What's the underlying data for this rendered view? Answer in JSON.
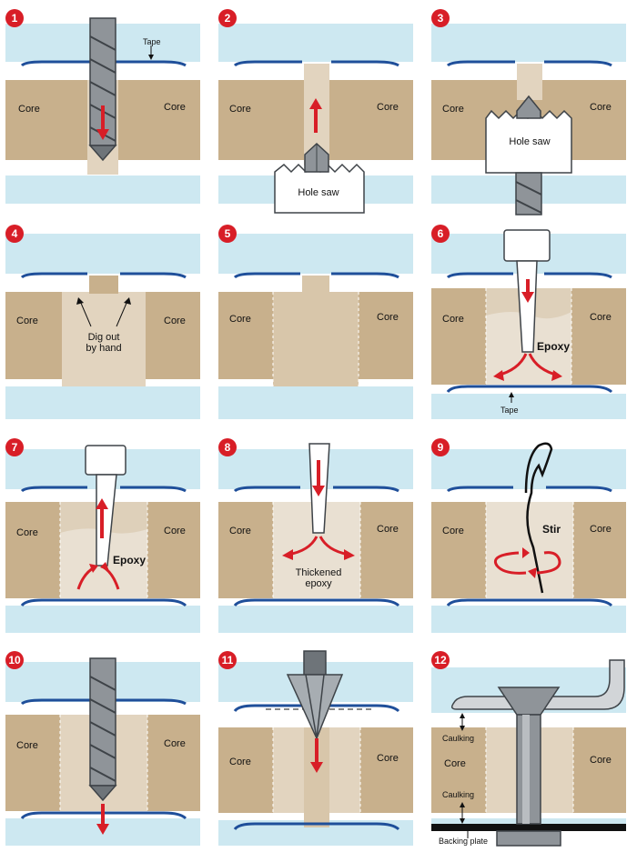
{
  "colors": {
    "tape_blue": "#1f4f9a",
    "skin_light_blue": "#cde8f1",
    "core_tan": "#c8b08c",
    "epoxy_fill": "#e9e0d2",
    "arrow_red": "#d81e27",
    "badge_red": "#d81e27",
    "metal_gray": "#8f9499",
    "metal_dark": "#3e4348"
  },
  "icons": [
    "drill-bit-icon",
    "hole-saw-icon",
    "syringe-icon",
    "stir-wire-icon",
    "countersink-icon",
    "bolt-icon"
  ],
  "panels": [
    {
      "number": "1",
      "labels": {
        "core_left": "Core",
        "core_right": "Core",
        "tape": "Tape"
      }
    },
    {
      "number": "2",
      "labels": {
        "core_left": "Core",
        "core_right": "Core",
        "tool": "Hole saw"
      }
    },
    {
      "number": "3",
      "labels": {
        "core_left": "Core",
        "core_right": "Core",
        "tool": "Hole saw"
      }
    },
    {
      "number": "4",
      "labels": {
        "core_left": "Core",
        "core_right": "Core",
        "note": "Dig out\nby hand"
      }
    },
    {
      "number": "5",
      "labels": {
        "core_left": "Core",
        "core_right": "Core"
      }
    },
    {
      "number": "6",
      "labels": {
        "core_left": "Core",
        "core_right": "Core",
        "epoxy": "Epoxy",
        "tape": "Tape"
      }
    },
    {
      "number": "7",
      "labels": {
        "core_left": "Core",
        "core_right": "Core",
        "epoxy": "Epoxy"
      }
    },
    {
      "number": "8",
      "labels": {
        "core_left": "Core",
        "core_right": "Core",
        "epoxy": "Thickened\nepoxy"
      }
    },
    {
      "number": "9",
      "labels": {
        "core_left": "Core",
        "core_right": "Core",
        "stir": "Stir"
      }
    },
    {
      "number": "10",
      "labels": {
        "core_left": "Core",
        "core_right": "Core"
      }
    },
    {
      "number": "11",
      "labels": {
        "core_left": "Core",
        "core_right": "Core"
      }
    },
    {
      "number": "12",
      "labels": {
        "core_left": "Core",
        "core_right": "Core",
        "caulk_top": "Caulking",
        "caulk_bottom": "Caulking",
        "backing": "Backing plate"
      }
    }
  ]
}
